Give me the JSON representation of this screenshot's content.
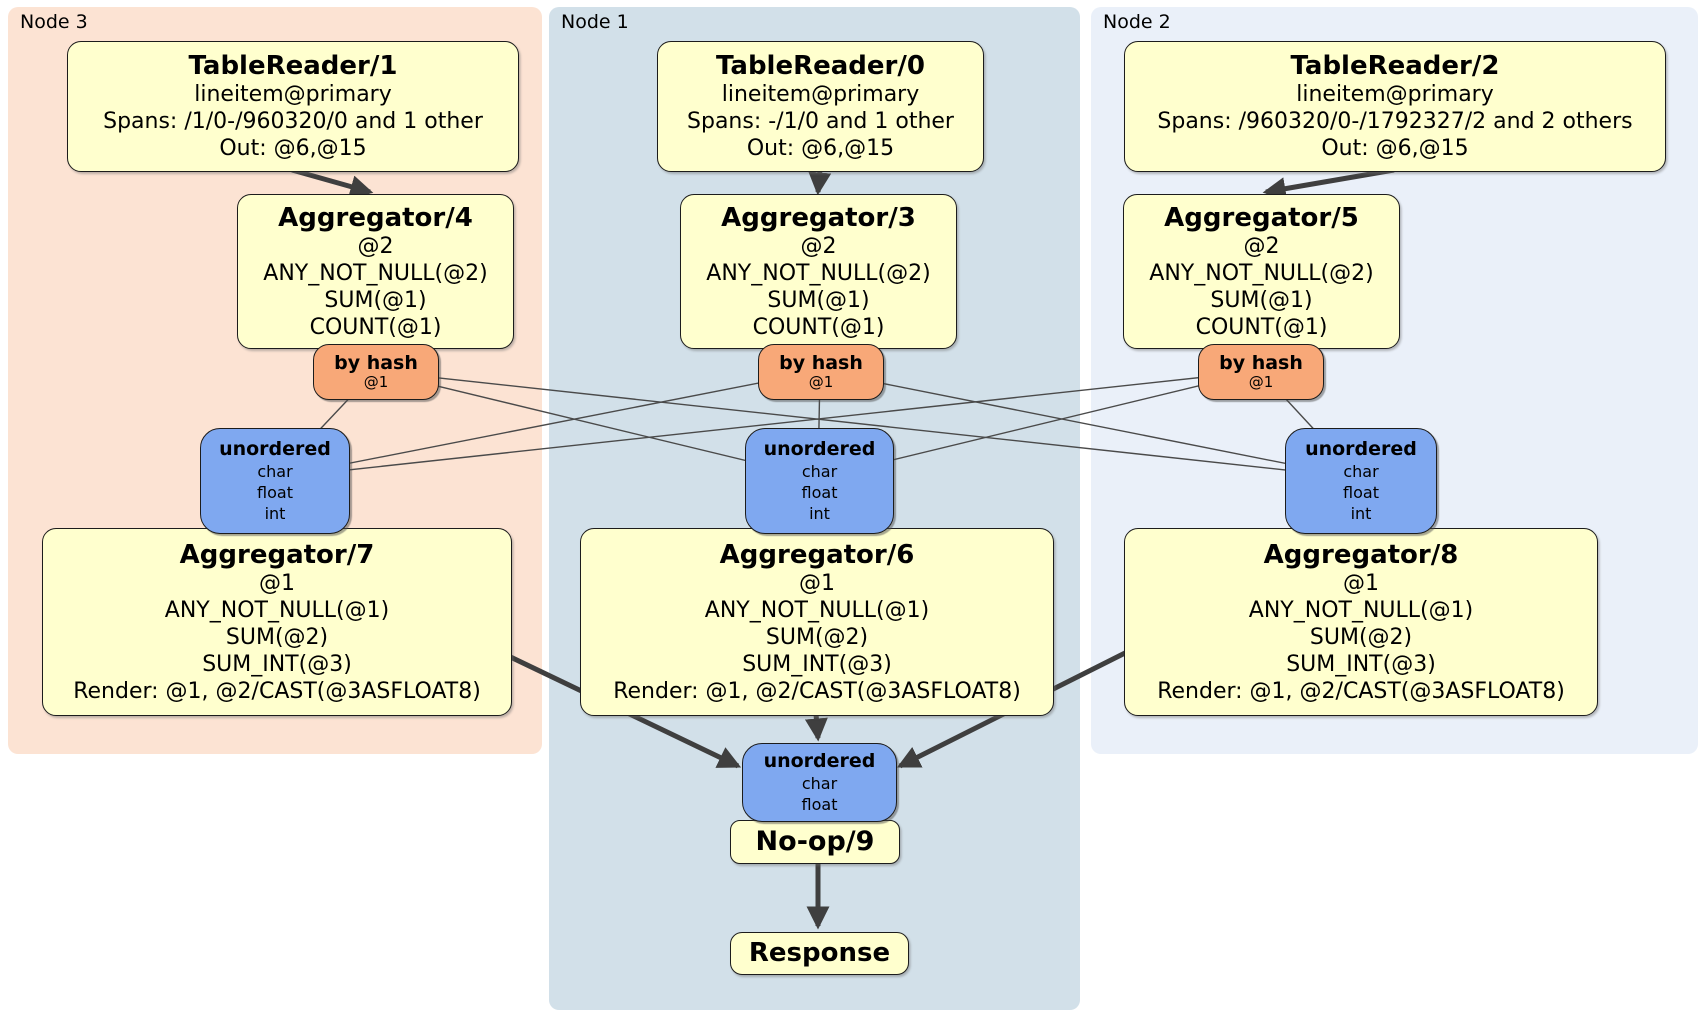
{
  "node_bands": [
    {
      "label": "Node 3",
      "color": "#fce3d3"
    },
    {
      "label": "Node 1",
      "color": "#d2e0e9"
    },
    {
      "label": "Node 2",
      "color": "#eaf0f9"
    }
  ],
  "table_readers": [
    {
      "title": "TableReader/1",
      "table": "lineitem@primary",
      "spans": "Spans: /1/0-/960320/0 and 1 other",
      "out": "Out: @6,@15"
    },
    {
      "title": "TableReader/0",
      "table": "lineitem@primary",
      "spans": "Spans: -/1/0 and 1 other",
      "out": "Out: @6,@15"
    },
    {
      "title": "TableReader/2",
      "table": "lineitem@primary",
      "spans": "Spans: /960320/0-/1792327/2 and 2 others",
      "out": "Out: @6,@15"
    }
  ],
  "stage1_aggregators": [
    {
      "title": "Aggregator/4",
      "group": "@2",
      "fns": [
        "ANY_NOT_NULL(@2)",
        "SUM(@1)",
        "COUNT(@1)"
      ]
    },
    {
      "title": "Aggregator/3",
      "group": "@2",
      "fns": [
        "ANY_NOT_NULL(@2)",
        "SUM(@1)",
        "COUNT(@1)"
      ]
    },
    {
      "title": "Aggregator/5",
      "group": "@2",
      "fns": [
        "ANY_NOT_NULL(@2)",
        "SUM(@1)",
        "COUNT(@1)"
      ]
    }
  ],
  "routers": [
    {
      "title": "by hash",
      "key": "@1"
    },
    {
      "title": "by hash",
      "key": "@1"
    },
    {
      "title": "by hash",
      "key": "@1"
    }
  ],
  "sync_unordered": [
    {
      "title": "unordered",
      "types": [
        "char",
        "float",
        "int"
      ]
    },
    {
      "title": "unordered",
      "types": [
        "char",
        "float",
        "int"
      ]
    },
    {
      "title": "unordered",
      "types": [
        "char",
        "float",
        "int"
      ]
    }
  ],
  "stage2_aggregators": [
    {
      "title": "Aggregator/7",
      "group": "@1",
      "fns": [
        "ANY_NOT_NULL(@1)",
        "SUM(@2)",
        "SUM_INT(@3)"
      ],
      "render": "Render: @1, @2/CAST(@3ASFLOAT8)"
    },
    {
      "title": "Aggregator/6",
      "group": "@1",
      "fns": [
        "ANY_NOT_NULL(@1)",
        "SUM(@2)",
        "SUM_INT(@3)"
      ],
      "render": "Render: @1, @2/CAST(@3ASFLOAT8)"
    },
    {
      "title": "Aggregator/8",
      "group": "@1",
      "fns": [
        "ANY_NOT_NULL(@1)",
        "SUM(@2)",
        "SUM_INT(@3)"
      ],
      "render": "Render: @1, @2/CAST(@3ASFLOAT8)"
    }
  ],
  "final_sync": {
    "title": "unordered",
    "types": [
      "char",
      "float"
    ]
  },
  "noop": {
    "title": "No-op/9"
  },
  "response": {
    "title": "Response"
  },
  "colors": {
    "node3_bg": "#fce3d3",
    "node1_bg": "#d2e0e9",
    "node2_bg": "#eaf0f9",
    "processor_fill": "#ffffce",
    "router_fill": "#f8a878",
    "sync_fill": "#7fa8f0",
    "edge": "#3f3f3f"
  }
}
